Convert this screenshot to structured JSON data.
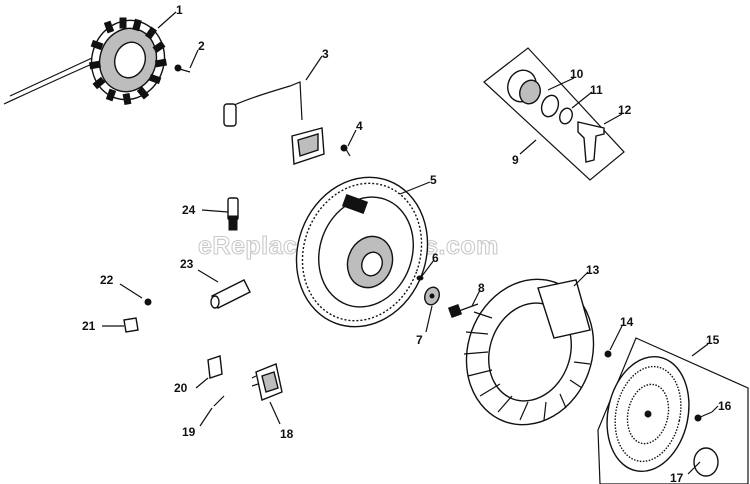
{
  "watermark": "eReplacementParts.com",
  "callouts": [
    {
      "id": "c1",
      "text": "1"
    },
    {
      "id": "c2",
      "text": "2"
    },
    {
      "id": "c3",
      "text": "3"
    },
    {
      "id": "c4",
      "text": "4"
    },
    {
      "id": "c5",
      "text": "5"
    },
    {
      "id": "c6",
      "text": "6"
    },
    {
      "id": "c7",
      "text": "7"
    },
    {
      "id": "c8",
      "text": "8"
    },
    {
      "id": "c9",
      "text": "9"
    },
    {
      "id": "c10",
      "text": "10"
    },
    {
      "id": "c11",
      "text": "11"
    },
    {
      "id": "c12",
      "text": "12"
    },
    {
      "id": "c13",
      "text": "13"
    },
    {
      "id": "c14",
      "text": "14"
    },
    {
      "id": "c15",
      "text": "15"
    },
    {
      "id": "c16",
      "text": "16"
    },
    {
      "id": "c17",
      "text": "17"
    },
    {
      "id": "c18",
      "text": "18"
    },
    {
      "id": "c19",
      "text": "19"
    },
    {
      "id": "c20",
      "text": "20"
    },
    {
      "id": "c21",
      "text": "21"
    },
    {
      "id": "c22",
      "text": "22"
    },
    {
      "id": "c23",
      "text": "23"
    },
    {
      "id": "c24",
      "text": "24"
    }
  ]
}
